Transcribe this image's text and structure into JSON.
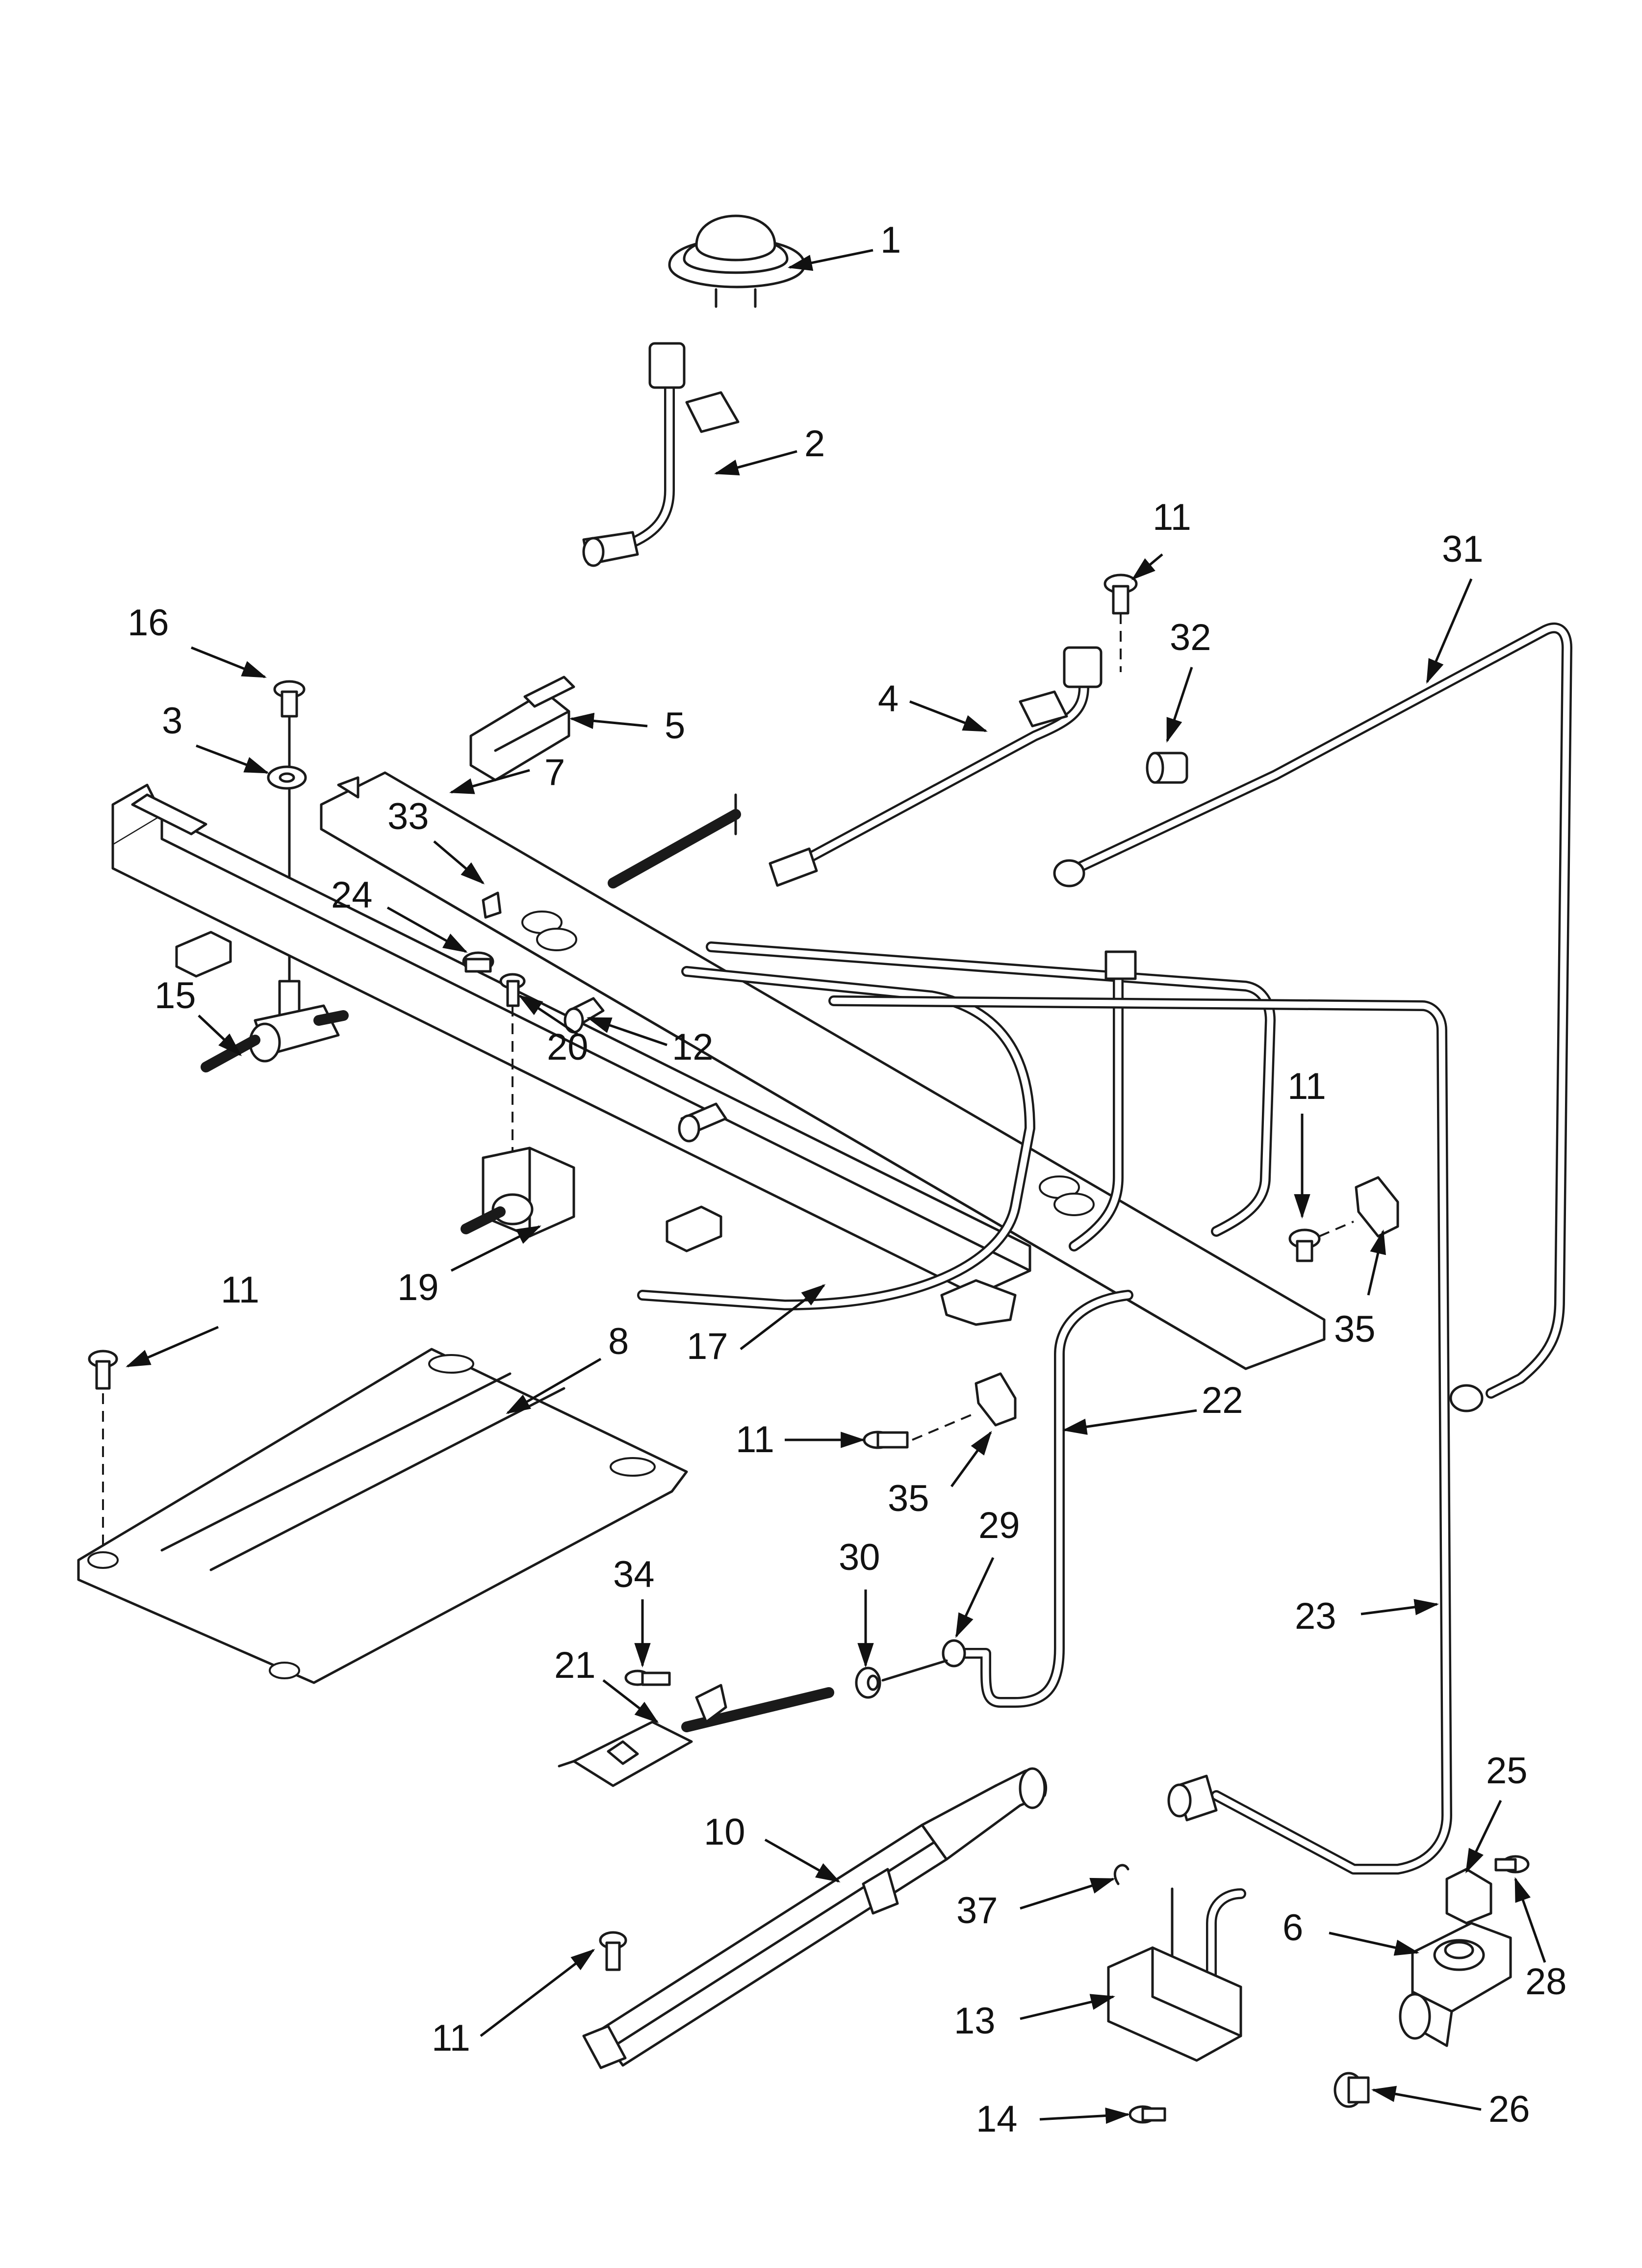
{
  "callouts": [
    {
      "id": "c1",
      "label": "1"
    },
    {
      "id": "c2",
      "label": "2"
    },
    {
      "id": "c11a",
      "label": "11"
    },
    {
      "id": "c31",
      "label": "31"
    },
    {
      "id": "c32",
      "label": "32"
    },
    {
      "id": "c16",
      "label": "16"
    },
    {
      "id": "c3",
      "label": "3"
    },
    {
      "id": "c5",
      "label": "5"
    },
    {
      "id": "c4",
      "label": "4"
    },
    {
      "id": "c7",
      "label": "7"
    },
    {
      "id": "c33",
      "label": "33"
    },
    {
      "id": "c24",
      "label": "24"
    },
    {
      "id": "c15",
      "label": "15"
    },
    {
      "id": "c20",
      "label": "20"
    },
    {
      "id": "c12",
      "label": "12"
    },
    {
      "id": "c11b",
      "label": "11"
    },
    {
      "id": "c35a",
      "label": "35"
    },
    {
      "id": "c19",
      "label": "19"
    },
    {
      "id": "c17",
      "label": "17"
    },
    {
      "id": "c11c",
      "label": "11"
    },
    {
      "id": "c8",
      "label": "8"
    },
    {
      "id": "c22",
      "label": "22"
    },
    {
      "id": "c11d",
      "label": "11"
    },
    {
      "id": "c35b",
      "label": "35"
    },
    {
      "id": "c30",
      "label": "30"
    },
    {
      "id": "c29",
      "label": "29"
    },
    {
      "id": "c34",
      "label": "34"
    },
    {
      "id": "c21",
      "label": "21"
    },
    {
      "id": "c23",
      "label": "23"
    },
    {
      "id": "c10",
      "label": "10"
    },
    {
      "id": "c25",
      "label": "25"
    },
    {
      "id": "c37",
      "label": "37"
    },
    {
      "id": "c6",
      "label": "6"
    },
    {
      "id": "c28",
      "label": "28"
    },
    {
      "id": "c11e",
      "label": "11"
    },
    {
      "id": "c13",
      "label": "13"
    },
    {
      "id": "c26",
      "label": "26"
    },
    {
      "id": "c14",
      "label": "14"
    }
  ]
}
